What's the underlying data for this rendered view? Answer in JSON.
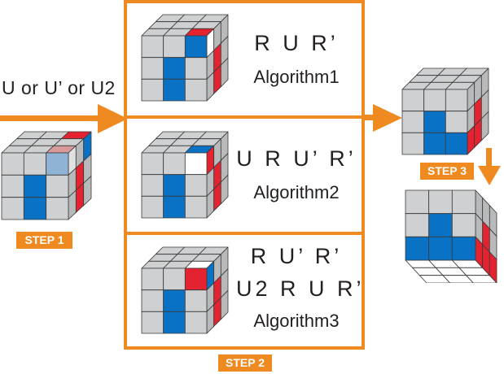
{
  "colors": {
    "accent": "#ee8a1f",
    "gray": "#cfd0d1",
    "gray_dark": "#b8b9ba",
    "blue": "#0a72c4",
    "red": "#e52330",
    "white": "#ffffff",
    "pale_blue": "#8fb3d4",
    "pale_red": "#d89a9a",
    "text": "#231f20"
  },
  "step1": {
    "instruction": "U or U’ or U2",
    "label": "STEP 1"
  },
  "step2": {
    "label": "STEP 2",
    "algorithms": [
      {
        "moves": [
          "R U R’"
        ],
        "name": "Algorithm1"
      },
      {
        "moves": [
          "U R U’ R’"
        ],
        "name": "Algorithm2"
      },
      {
        "moves": [
          "R U’ R’",
          "U2 R U R’"
        ],
        "name": "Algorithm3"
      }
    ]
  },
  "step3": {
    "label": "STEP 3"
  }
}
